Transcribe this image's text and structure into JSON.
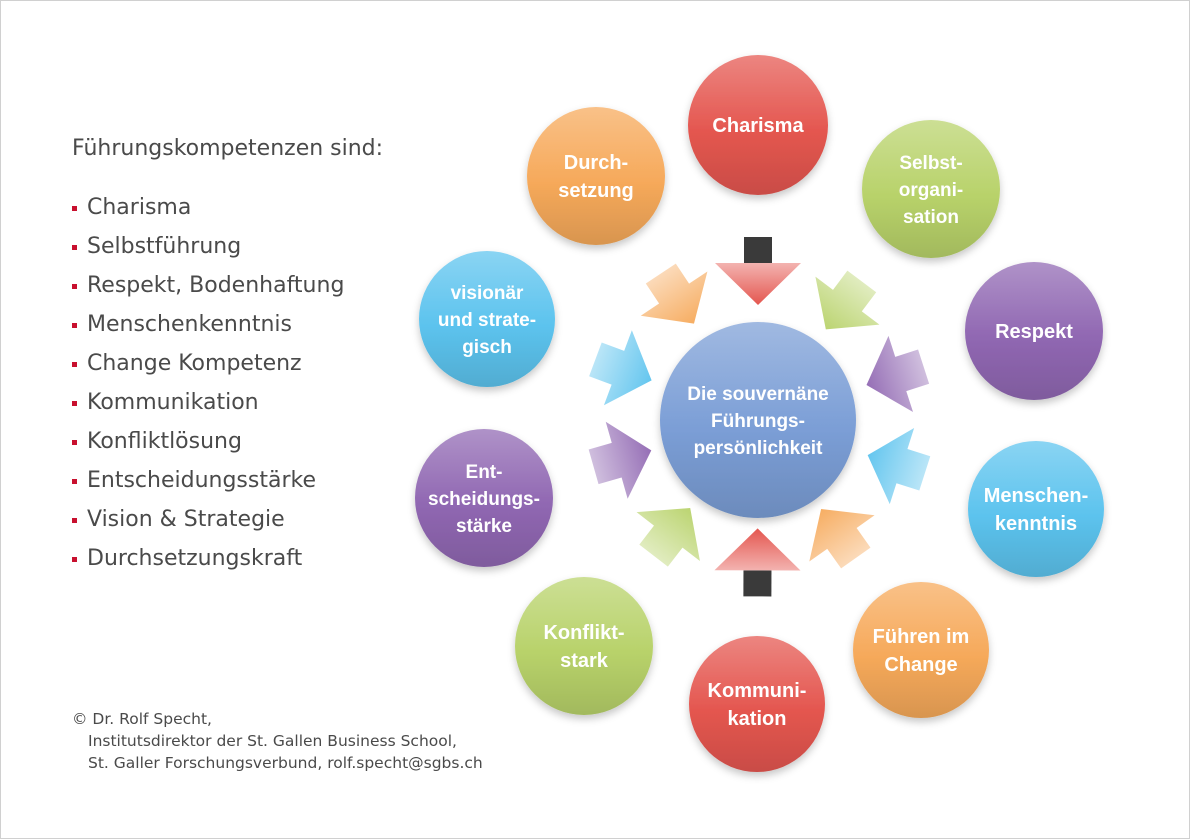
{
  "intro": {
    "title": "Führungskompetenzen sind:",
    "items": [
      "Charisma",
      "Selbstführung",
      "Respekt, Bodenhaftung",
      "Menschenkenntnis",
      "Change Kompetenz",
      "Kommunikation",
      "Konfliktlösung",
      "Entscheidungsstärke",
      "Vision & Strategie",
      "Durchsetzungskraft"
    ]
  },
  "credit": {
    "line1": "© Dr. Rolf Specht,",
    "line2": "Institutsdirektor der St. Gallen Business School,",
    "line3": "St. Galler Forschungsverbund, rolf.specht@sgbs.ch"
  },
  "center": {
    "lines": [
      "Die souvernäne",
      "Führungs-",
      "persönlichkeit"
    ],
    "color": "#7b9ed6"
  },
  "nodes": [
    {
      "id": "charisma",
      "lines": [
        "Charisma"
      ],
      "color": "#e4564f"
    },
    {
      "id": "selbstorganisation",
      "lines": [
        "Selbst-",
        "organi-",
        "sation"
      ],
      "color": "#b8d26a"
    },
    {
      "id": "respekt",
      "lines": [
        "Respekt"
      ],
      "color": "#9067b2"
    },
    {
      "id": "menschenkenntnis",
      "lines": [
        "Menschen-",
        "kenntnis"
      ],
      "color": "#5cc3ee"
    },
    {
      "id": "fuehren-im-change",
      "lines": [
        "Führen im",
        "Change"
      ],
      "color": "#f6a95a"
    },
    {
      "id": "kommunikation",
      "lines": [
        "Kommuni-",
        "kation"
      ],
      "color": "#e4564f"
    },
    {
      "id": "konfliktstark",
      "lines": [
        "Konflikt-",
        "stark"
      ],
      "color": "#b8d26a"
    },
    {
      "id": "entscheidungsstaerke",
      "lines": [
        "Ent-",
        "scheidungs-",
        "stärke"
      ],
      "color": "#9067b2"
    },
    {
      "id": "visionaer",
      "lines": [
        "visionär",
        "und strate-",
        "gisch"
      ],
      "color": "#5cc3ee"
    },
    {
      "id": "durchsetzung",
      "lines": [
        "Durch-",
        "setzung"
      ],
      "color": "#f6a95a"
    }
  ]
}
